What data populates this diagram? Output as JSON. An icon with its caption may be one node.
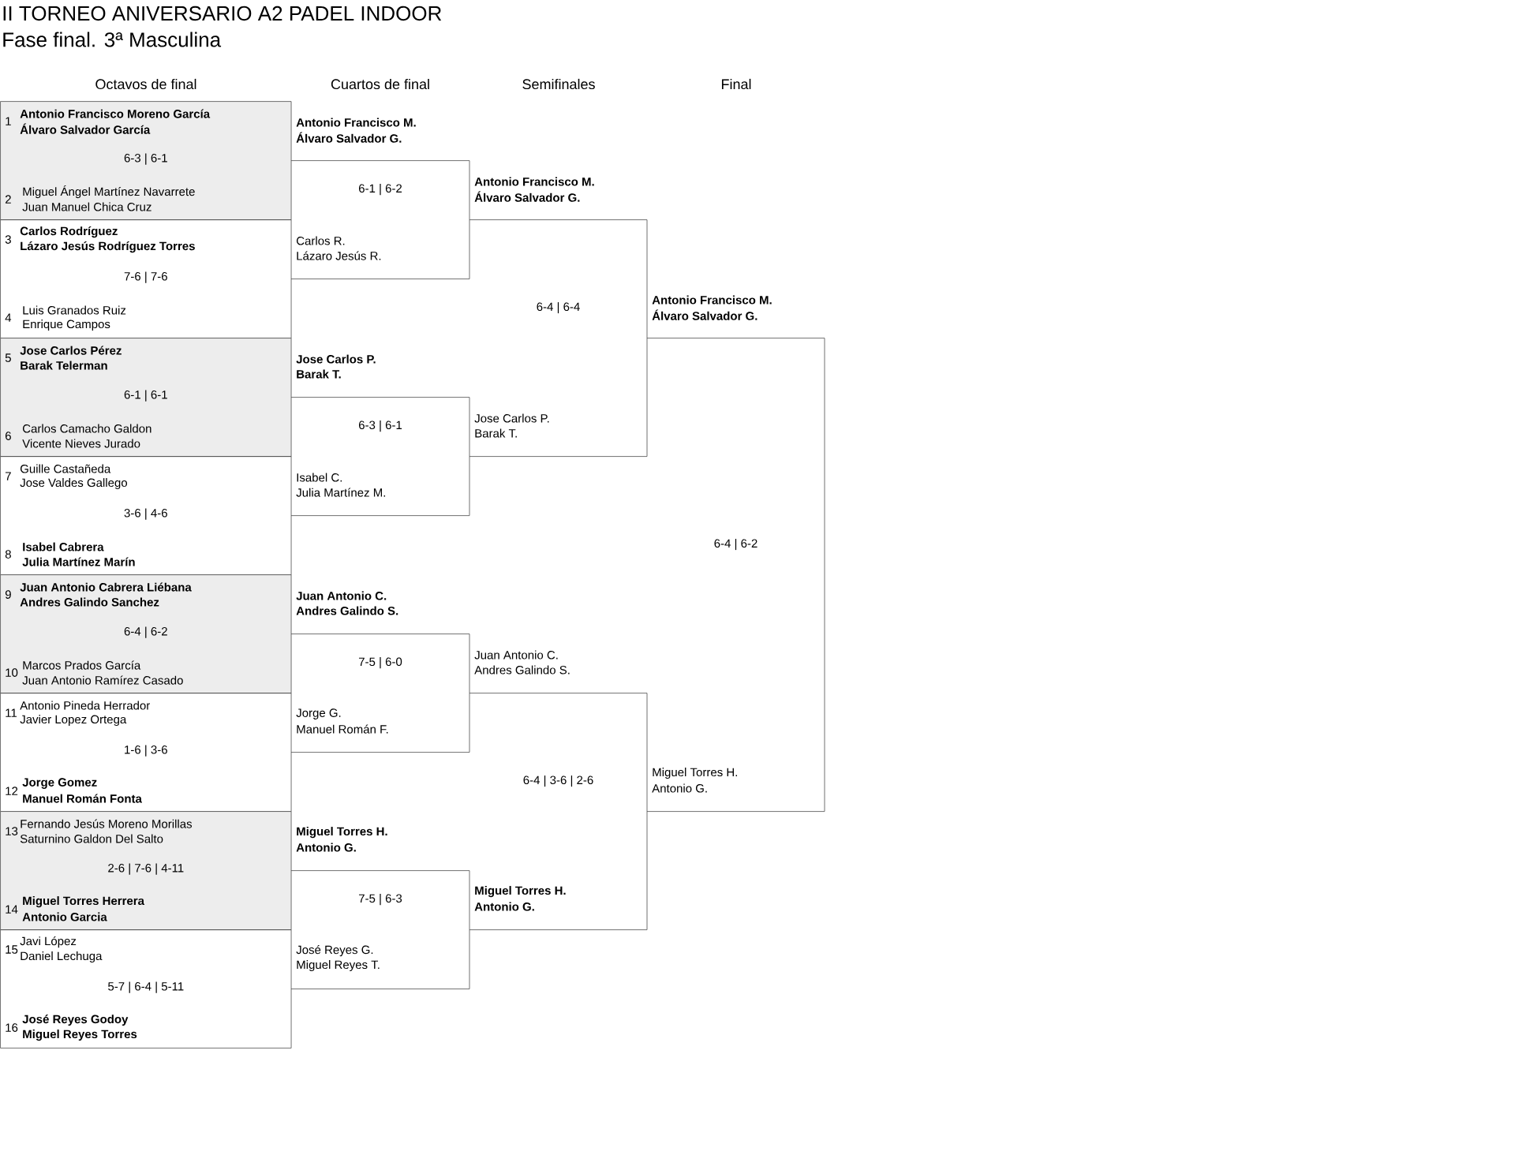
{
  "diagram": {
    "title": "II TORNEO ANIVERSARIO A2 PADEL INDOOR",
    "nodes": [
      {
        "text": [
          "1",
          "**Antonio Francisco Moreno García**",
          "**Álvaro Salvador García**",
          "6-3 | 6-1",
          "2",
          "Miguel Ángel Martínez Navarrete",
          "Juan Manuel Chica Cruz"
        ]
      },
      {
        "text": [
          "3",
          "**Carlos Rodríguez**",
          "**Lázaro Jesús Rodríguez Torres**",
          "7-6 | 7-6",
          "4",
          "Luis Granados Ruiz",
          "Enrique Campos"
        ]
      },
      {
        "text": [
          "5",
          "**Jose Carlos Pérez**",
          "**Barak Telerman**",
          "6-1 | 6-1",
          "6",
          "Carlos Camacho Galdon",
          "Vicente Nieves Jurado"
        ]
      },
      {
        "text": [
          "7",
          "Guille Castañeda",
          "Jose Valdes Gallego",
          "3-6 | 4-6",
          "8",
          "**Isabel Cabrera**",
          "**Julia Martínez Marín**"
        ]
      },
      {
        "text": [
          "9",
          "**Juan Antonio Cabrera Liébana**",
          "**Andres Galindo Sanchez**",
          "6-4 | 6-2",
          "10",
          "Marcos Prados García",
          "Juan Antonio Ramírez Casado"
        ]
      },
      {
        "text": [
          "11",
          "Antonio Pineda Herrador",
          "Javier Lopez Ortega",
          "1-6 | 3-6",
          "12",
          "**Jorge Gomez**",
          "**Manuel Román Fonta**"
        ]
      },
      {
        "text": [
          "13",
          "Fernando Jesús Moreno Morillas",
          "Saturnino Galdon Del Salto",
          "2-6 | 7-6 | 4-11",
          "14",
          "**Miguel Torres Herrera**",
          "**Antonio Garcia**"
        ]
      },
      {
        "text": [
          "15",
          "Javi López",
          "Daniel Lechuga",
          "5-7 | 6-4 | 5-11",
          "16",
          "**José Reyes Godoy**",
          "**Miguel Reyes Torres**"
        ]
      },
      {
        "text": [
          "**Antonio Francisco M.**",
          "**Álvaro Salvador G.**",
          "6-1 | 6-2",
          "Carlos R.",
          "Lázaro Jesús R."
        ]
      },
      {
        "text": [
          "**Jose Carlos P.**",
          "**Barak T.**",
          "6-3 | 6-1",
          "Isabel C.",
          "Julia Martínez M."
        ]
      },
      {
        "text": [
          "**Juan Antonio C.**",
          "**Andres Galindo S.**",
          "7-5 | 6-0",
          "Jorge G.",
          "Manuel Román F."
        ]
      },
      {
        "text": [
          "**Miguel Torres H.**",
          "**Antonio G.**",
          "7-5 | 6-3",
          "José Reyes G.",
          "Miguel Reyes T."
        ]
      },
      {
        "text": [
          "**Antonio Francisco M.**",
          "**Álvaro Salvador G.**",
          "6-4 | 6-4",
          "Jose Carlos P.",
          "Barak T."
        ]
      },
      {
        "text": [
          "Juan Antonio C.",
          "Andres Galindo S.",
          "6-4 | 3-6 | 2-6",
          "**Miguel Torres H.**",
          "**Antonio G.**"
        ]
      },
      {
        "text": [
          "**Antonio Francisco M.**",
          "**Álvaro Salvador G.**",
          "6-4 | 6-2",
          "Miguel Torres H.",
          "Antonio G."
        ]
      }
    ],
    "labels": [
      "Fase final. 3ª Masculina",
      "Octavos de final",
      "Cuartos de final",
      "Semifinales",
      "Final"
    ]
  }
}
